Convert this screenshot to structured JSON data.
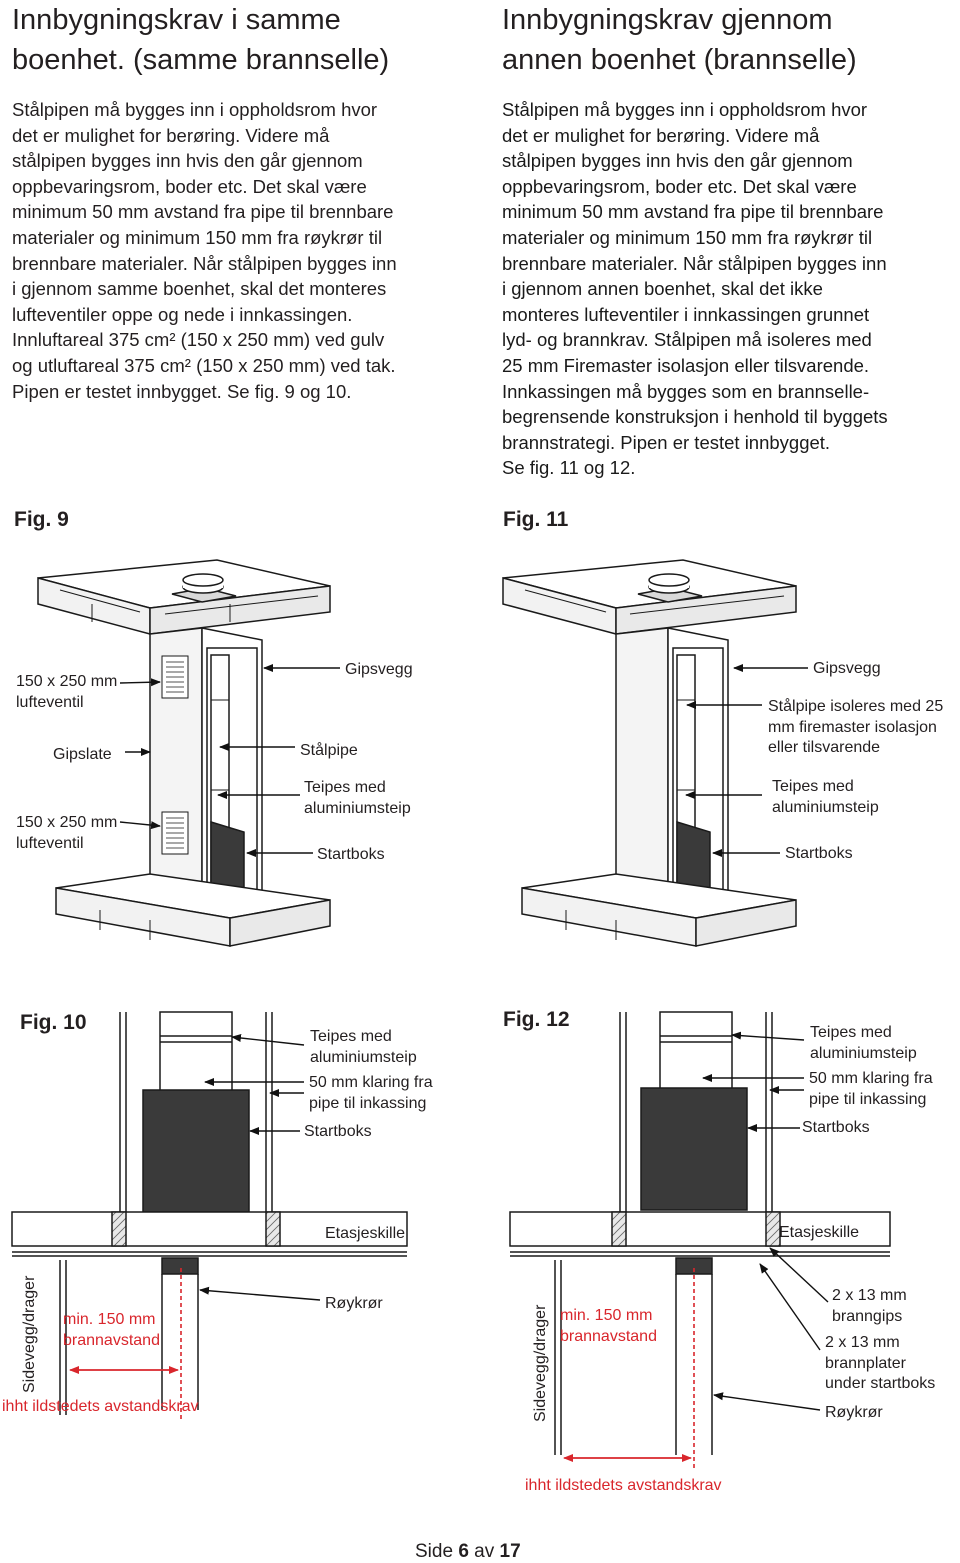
{
  "left": {
    "title_lines": [
      "Innbygningskrav i samme",
      "boenhet. (samme brannselle)"
    ],
    "body_lines": [
      "Stålpipen må bygges inn i oppholdsrom hvor",
      "det er mulighet for berøring. Videre må",
      "stålpipen bygges inn hvis den går gjennom",
      "oppbevaringsrom, boder etc. Det skal være",
      "minimum 50 mm avstand fra pipe til brennbare",
      "materialer og minimum 150 mm fra røykrør til",
      "brennbare materialer. Når stålpipen bygges inn",
      "i gjennom samme boenhet, skal det monteres",
      "lufteventiler oppe og nede i innkassingen.",
      "Innluftareal 375 cm² (150 x 250 mm) ved gulv",
      "og utluftareal 375 cm² (150 x 250 mm) ved tak.",
      "Pipen er testet innbygget. Se fig. 9 og 10."
    ]
  },
  "right": {
    "title_lines": [
      "Innbygningskrav gjennom",
      "annen boenhet (brannselle)"
    ],
    "body_lines": [
      "Stålpipen må bygges inn i oppholdsrom hvor",
      "det er mulighet for berøring. Videre må",
      "stålpipen bygges inn hvis den går gjennom",
      "oppbevaringsrom, boder etc. Det skal være",
      "minimum 50 mm avstand fra pipe til brennbare",
      "materialer og minimum 150 mm fra røykrør til",
      "brennbare materialer. Når stålpipen bygges inn",
      "i gjennom annen boenhet, skal det ikke",
      "monteres lufteventiler i innkassingen grunnet",
      "lyd- og brannkrav. Stålpipen må isoleres med",
      "25 mm Firemaster isolasjon eller tilsvarende.",
      "Innkassingen må bygges som en brannselle-",
      "begrensende konstruksjon i henhold til byggets",
      "brannstrategi. Pipen er testet innbygget.",
      "Se fig. 11 og 12."
    ]
  },
  "figures": {
    "fig9": {
      "label": "Fig. 9",
      "vent_top_1": "150 x 250 mm",
      "vent_top_2": "lufteventil",
      "gipslate": "Gipslate",
      "vent_bottom_1": "150 x 250 mm",
      "vent_bottom_2": "lufteventil",
      "gipsvegg": "Gipsvegg",
      "stalpipe": "Stålpipe",
      "teipes_1": "Teipes med",
      "teipes_2": "aluminiumsteip",
      "startboks": "Startboks"
    },
    "fig11": {
      "label": "Fig. 11",
      "gipsvegg": "Gipsvegg",
      "isoleres_1": "Stålpipe isoleres med 25",
      "isoleres_2": "mm firemaster isolasjon",
      "isoleres_3": "eller tilsvarende",
      "teipes_1": "Teipes med",
      "teipes_2": "aluminiumsteip",
      "startboks": "Startboks"
    },
    "fig10": {
      "label": "Fig. 10",
      "teipes_1": "Teipes med",
      "teipes_2": "aluminiumsteip",
      "klaring_1": "50 mm klaring fra",
      "klaring_2": "pipe til inkassing",
      "startboks": "Startboks",
      "etasjeskille": "Etasjeskille",
      "sidevegg": "Sidevegg/drager",
      "min_1": "min. 150 mm",
      "min_2": "brannavstand",
      "roykror": "Røykrør",
      "avstandskrav": "ihht ildstedets avstandskrav"
    },
    "fig12": {
      "label": "Fig. 12",
      "teipes_1": "Teipes med",
      "teipes_2": "aluminiumsteip",
      "klaring_1": "50 mm klaring fra",
      "klaring_2": "pipe til inkassing",
      "startboks": "Startboks",
      "etasjeskille": "Etasjeskille",
      "sidevegg": "Sidevegg/drager",
      "min_1": "min. 150 mm",
      "min_2": "brannavstand",
      "branngips_1": "2 x 13 mm",
      "branngips_2": "branngips",
      "brannplater_1": "2 x 13 mm",
      "brannplater_2": "brannplater",
      "brannplater_3": "under startboks",
      "roykror": "Røykrør",
      "avstandskrav": "ihht ildstedets avstandskrav"
    }
  },
  "footer": {
    "prefix": "Side",
    "page": "6",
    "middle": "av",
    "total": "17"
  },
  "colors": {
    "red": "#d9262c",
    "dark_box": "#3a3a3a",
    "text": "#231f20"
  }
}
